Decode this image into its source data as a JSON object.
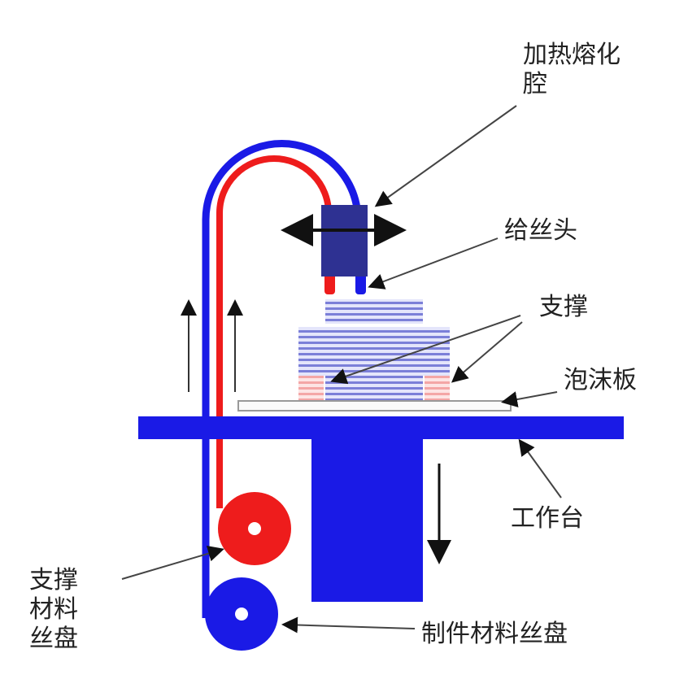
{
  "labels": {
    "heating_chamber_line1": "加热熔化",
    "heating_chamber_line2": "腔",
    "nozzle": "给丝头",
    "support": "支撑",
    "foam_board": "泡沫板",
    "worktable": "工作台",
    "support_spool_line1": "支撑",
    "support_spool_line2": "材料",
    "support_spool_line3": "丝盘",
    "part_spool": "制件材料丝盘"
  },
  "colors": {
    "part_material": "#1a1ae6",
    "support_material": "#ee1c1c",
    "head": "#2e3192",
    "layers": "#7b7fd8",
    "support_layers": "#f4a6a6"
  }
}
